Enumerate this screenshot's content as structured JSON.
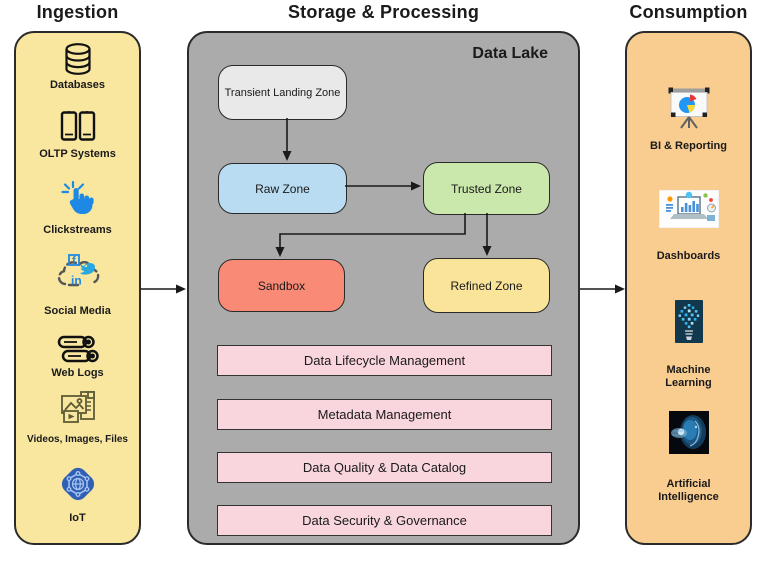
{
  "columns": {
    "ingestion": {
      "title": "Ingestion",
      "items": [
        {
          "icon": "database-icon",
          "label": "Databases"
        },
        {
          "icon": "oltp-phones-icon",
          "label": "OLTP Systems"
        },
        {
          "icon": "click-cursor-icon",
          "label": "Clickstreams"
        },
        {
          "icon": "social-cloud-icon",
          "label": "Social Media"
        },
        {
          "icon": "logs-stack-icon",
          "label": "Web Logs"
        },
        {
          "icon": "media-files-icon",
          "label": "Videos, Images, Files"
        },
        {
          "icon": "iot-network-icon",
          "label": "IoT"
        }
      ]
    },
    "storage": {
      "title": "Storage & Processing",
      "container_label": "Data Lake",
      "zones": [
        {
          "label": "Transient Landing Zone",
          "color": "#E9E9E9"
        },
        {
          "label": "Raw Zone",
          "color": "#B9DCF2"
        },
        {
          "label": "Trusted Zone",
          "color": "#CAE7AC"
        },
        {
          "label": "Sandbox",
          "color": "#F98A76"
        },
        {
          "label": "Refined Zone",
          "color": "#FAE49A"
        }
      ],
      "bars": [
        {
          "label": "Data Lifecycle Management"
        },
        {
          "label": "Metadata Management"
        },
        {
          "label": "Data Quality & Data Catalog"
        },
        {
          "label": "Data Security & Governance"
        }
      ],
      "bar_color": "#F9D6DE"
    },
    "consumption": {
      "title": "Consumption",
      "items": [
        {
          "icon": "bi-presentation-icon",
          "label": "BI & Reporting"
        },
        {
          "icon": "dashboards-icon",
          "label": "Dashboards"
        },
        {
          "icon": "machine-learning-bulb-icon",
          "label": "Machine Learning"
        },
        {
          "icon": "ai-head-icon",
          "label": "Artificial Intelligence"
        }
      ]
    }
  },
  "icon_glyphs": {
    "social_f": "f",
    "social_in": "in"
  },
  "colors": {
    "ingestion_panel": "#F9E7A0",
    "storage_panel": "#ABABAB",
    "consumption_panel": "#F9CC90",
    "arrow": "#1a1a1a"
  }
}
